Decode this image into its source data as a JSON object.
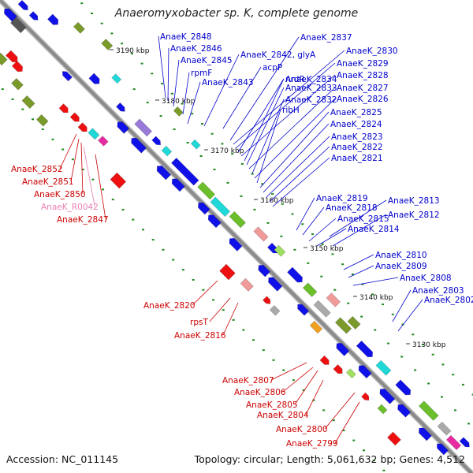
{
  "title": "Anaeromyxobacter sp. K, complete genome",
  "accession_text": "Accession: NC_011145",
  "summary_text": "Topology: circular; Length: 5,061,632 bp; Genes: 4,512",
  "colors": {
    "blue_label": "#0000cc",
    "red_label": "#cc0000",
    "pink_label": "#e87fb4",
    "backbone": "#8a8a8a",
    "tick_green": "#1f8a1f"
  },
  "kbp_markers": [
    "3190 kbp",
    "3180 kbp",
    "3170 kbp",
    "3160 kbp",
    "3150 kbp",
    "3140 kbp",
    "3130 kbp"
  ],
  "blue_labels": [
    "AnaeK_2848",
    "AnaeK_2846",
    "AnaeK_2845",
    "rpmF",
    "AnaeK_2843",
    "AnaeK_2842, glyA",
    "acpP",
    "AnaeK_2837",
    "AnaeK_2830",
    "AnaeK_2829",
    "nrdR",
    "AnaeK_2828",
    "AnaeK_2834",
    "AnaeK_2833",
    "AnaeK_2827",
    "AnaeK_2832",
    "AnaeK_2826",
    "ribH",
    "AnaeK_2825",
    "AnaeK_2824",
    "AnaeK_2823",
    "AnaeK_2822",
    "AnaeK_2821",
    "AnaeK_2819",
    "AnaeK_2813",
    "AnaeK_2818",
    "AnaeK_2812",
    "AnaeK_2815",
    "AnaeK_2814",
    "AnaeK_2810",
    "AnaeK_2809",
    "AnaeK_2808",
    "AnaeK_2803",
    "AnaeK_2802"
  ],
  "red_labels": [
    "AnaeK_2852",
    "AnaeK_2851",
    "AnaeK_2850",
    "AnaeK_R0042",
    "AnaeK_2847",
    "AnaeK_2820",
    "rpsT",
    "AnaeK_2816",
    "AnaeK_2807",
    "AnaeK_2806",
    "AnaeK_2805",
    "AnaeK_2804",
    "AnaeK_2800",
    "AnaeK_2799"
  ]
}
